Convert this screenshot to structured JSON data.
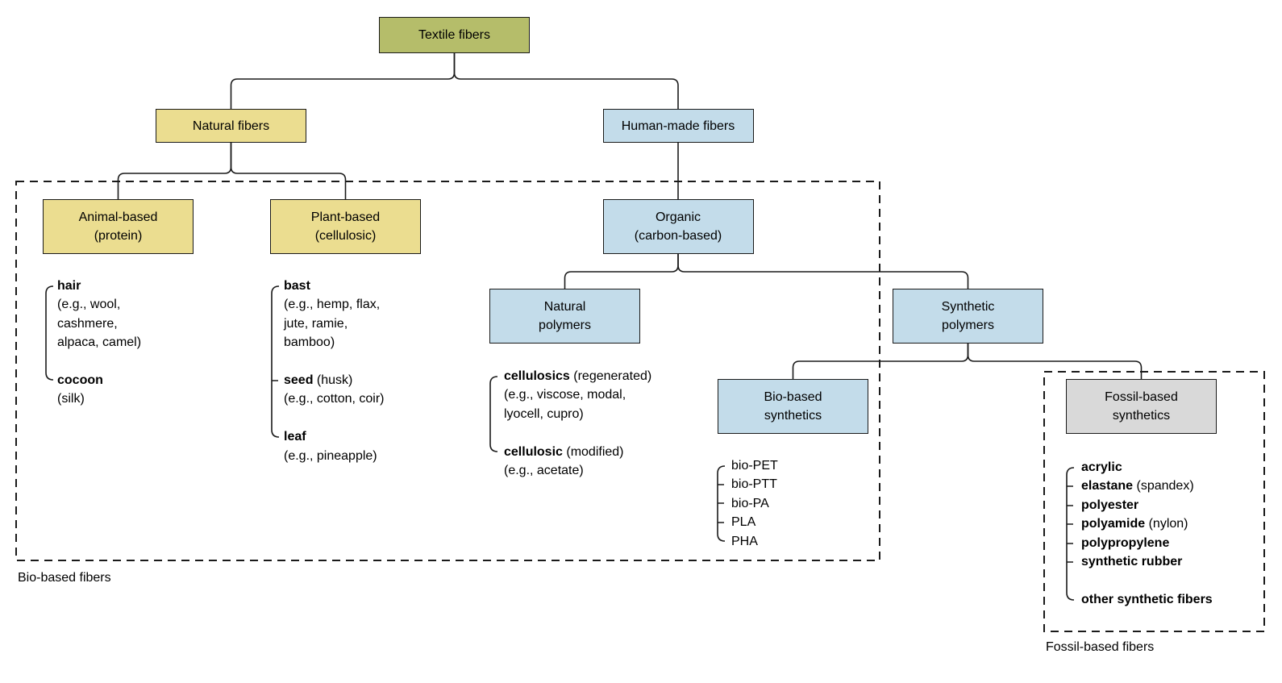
{
  "title": "Textile fiber classification diagram",
  "colors": {
    "root": "#b5bd6a",
    "natural": "#ebdd90",
    "human_made": "#c3dcea",
    "fossil": "#d9d9d9",
    "line": "#1a1a1a"
  },
  "nodes": {
    "textile_fibers": {
      "label": "Textile fibers"
    },
    "natural_fibers": {
      "label": "Natural fibers"
    },
    "human_made_fibers": {
      "label": "Human-made fibers"
    },
    "animal_based": {
      "label": "Animal-based\n(protein)"
    },
    "plant_based": {
      "label": "Plant-based\n(cellulosic)"
    },
    "organic": {
      "label": "Organic\n(carbon-based)"
    },
    "natural_polymers": {
      "label": "Natural\npolymers"
    },
    "synthetic_polymers": {
      "label": "Synthetic\npolymers"
    },
    "bio_based_synthetics": {
      "label": "Bio-based\nsynthetics"
    },
    "fossil_based_synthetics": {
      "label": "Fossil-based\nsynthetics"
    }
  },
  "lists": {
    "animal": {
      "items": [
        {
          "term": "hair",
          "suffix": "",
          "detail": "(e.g., wool,\ncashmere,\nalpaca, camel)"
        },
        {
          "term": "cocoon",
          "suffix": "",
          "detail": "(silk)"
        }
      ]
    },
    "plant": {
      "items": [
        {
          "term": "bast",
          "suffix": "",
          "detail": "(e.g., hemp, flax,\njute, ramie,\nbamboo)"
        },
        {
          "term": "seed",
          "suffix": " (husk)",
          "detail": "(e.g., cotton, coir)"
        },
        {
          "term": "leaf",
          "suffix": "",
          "detail": "(e.g., pineapple)"
        }
      ]
    },
    "natural_polymers": {
      "items": [
        {
          "term": "cellulosics",
          "suffix": " (regenerated)",
          "detail": "(e.g., viscose, modal,\nlyocell, cupro)"
        },
        {
          "term": "cellulosic",
          "suffix": " (modified)",
          "detail": "(e.g., acetate)"
        }
      ]
    },
    "bio_synthetics": {
      "items": [
        "bio-PET",
        "bio-PTT",
        "bio-PA",
        "PLA",
        "PHA"
      ]
    },
    "fossil_synthetics": {
      "items": [
        {
          "term": "acrylic",
          "suffix": ""
        },
        {
          "term": "elastane",
          "suffix": " (spandex)"
        },
        {
          "term": "polyester",
          "suffix": ""
        },
        {
          "term": "polyamide",
          "suffix": " (nylon)"
        },
        {
          "term": "polypropylene",
          "suffix": ""
        },
        {
          "term": "synthetic rubber",
          "suffix": ""
        }
      ],
      "last_item": {
        "term": "other synthetic fibers",
        "suffix": ""
      }
    }
  },
  "groups": {
    "bio_based": {
      "label": "Bio-based fibers"
    },
    "fossil_based": {
      "label": "Fossil-based fibers"
    }
  }
}
